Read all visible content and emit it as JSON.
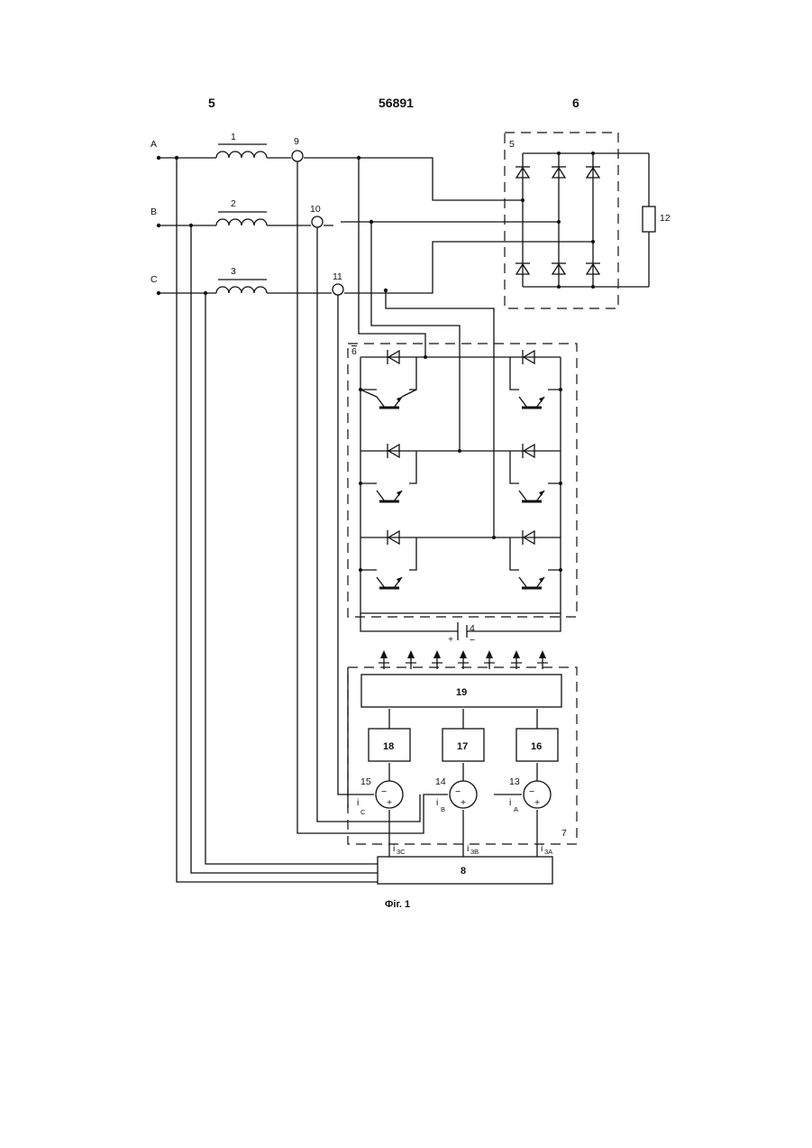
{
  "header": {
    "left_page": "5",
    "patent_number": "56891",
    "right_page": "6"
  },
  "phases": {
    "a": "A",
    "b": "B",
    "c": "C"
  },
  "components": {
    "reactor_1": "1",
    "reactor_2": "2",
    "reactor_3": "3",
    "battery": "4",
    "rectifier": "5",
    "inverter": "6",
    "control_system": "7",
    "reference_unit": "8",
    "sensor_9": "9",
    "sensor_10": "10",
    "sensor_11": "11",
    "load": "12",
    "comparator_13": "13",
    "comparator_14": "14",
    "comparator_15": "15",
    "regulator_16": "16",
    "regulator_17": "17",
    "regulator_18": "18",
    "driver_19": "19"
  },
  "signals": {
    "i_symbol": "i",
    "ia_sub": "A",
    "ib_sub": "B",
    "ic_sub": "C",
    "ref_a_sub": "3A",
    "ref_b_sub": "3B",
    "ref_c_sub": "3C"
  },
  "signs": {
    "plus": "+",
    "minus": "−"
  },
  "caption": "Фіг. 1"
}
